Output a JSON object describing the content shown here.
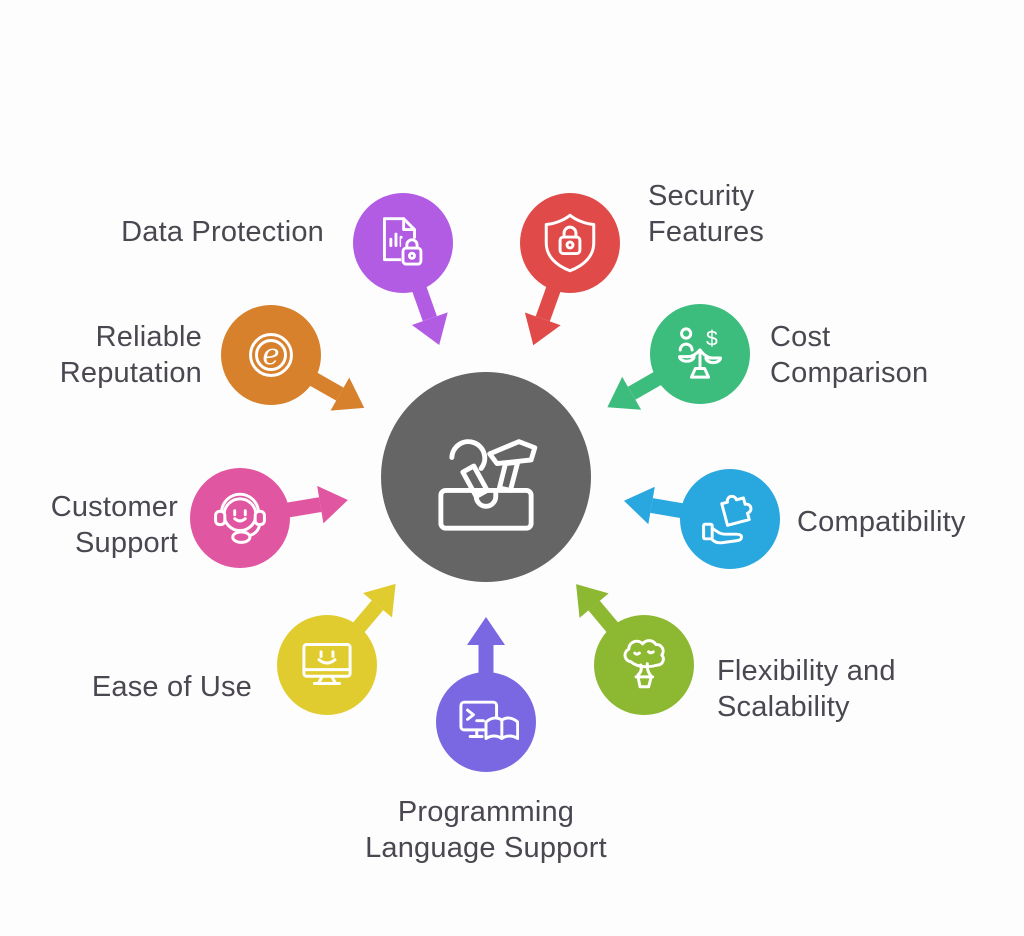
{
  "colors": {
    "background": "#fdfdfd",
    "text": "#4b4750",
    "hub": "#656565"
  },
  "hub": {
    "icon": "toolbox-icon",
    "color": "#656565"
  },
  "items": [
    {
      "label": "Data Protection",
      "color": "#b25ce4",
      "icon": "document-lock-icon"
    },
    {
      "label": "Security Features",
      "color": "#e04b49",
      "icon": "shield-lock-icon"
    },
    {
      "label": "Cost Comparison",
      "color": "#3dbd7d",
      "icon": "balance-scale-person-dollar-icon"
    },
    {
      "label": "Compatibility",
      "color": "#29a7df",
      "icon": "hand-puzzle-icon"
    },
    {
      "label": "Flexibility and Scalability",
      "color": "#8db832",
      "icon": "bonsai-tree-icon"
    },
    {
      "label": "Programming Language Support",
      "color": "#7a68e2",
      "icon": "monitor-code-book-icon"
    },
    {
      "label": "Ease of Use",
      "color": "#e0cc2e",
      "icon": "monitor-smile-icon"
    },
    {
      "label": "Customer Support",
      "color": "#e156a0",
      "icon": "headset-face-icon"
    },
    {
      "label": "Reliable Reputation",
      "color": "#d8812c",
      "icon": "emblem-e-icon"
    }
  ]
}
